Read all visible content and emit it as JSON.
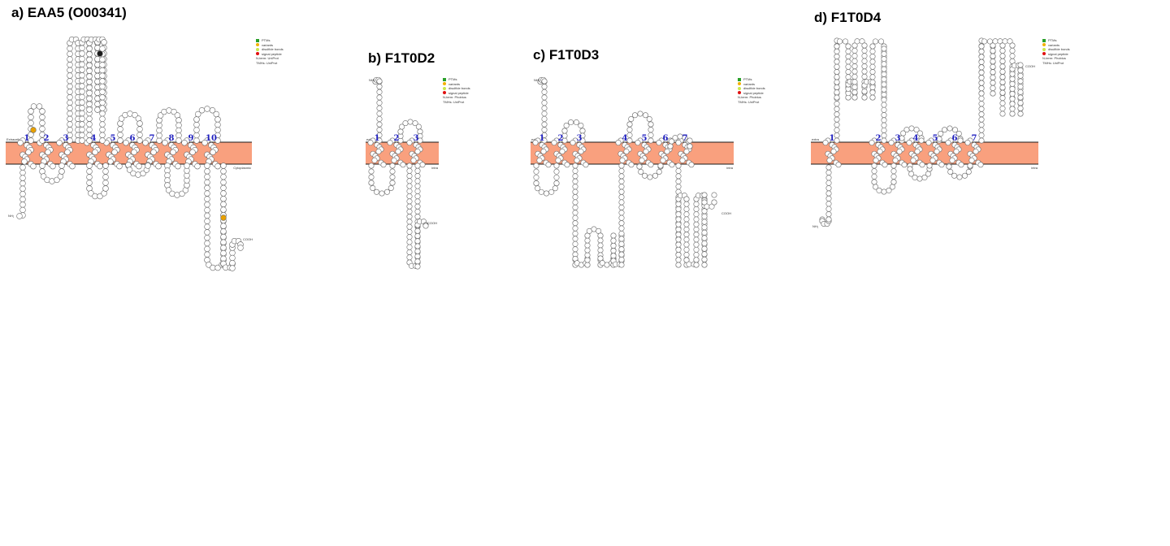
{
  "colors": {
    "membrane": "#f9a07e",
    "membrane_line": "#1a1a1a",
    "residue_fill": "#ffffff",
    "residue_stroke": "#6b6b6b",
    "helix_number": "#1f1fbf",
    "ptm": "#2aa02a",
    "variant": "#f2b100",
    "disulfide": "#c8e84b",
    "signal_peptide": "#e01010",
    "marked_residue": "#e8a000",
    "dark_residue": "#1a1a1a"
  },
  "legend": [
    {
      "label": "PTMs",
      "color": "#2aa02a",
      "shape": "square"
    },
    {
      "label": "variants",
      "color": "#f2b100",
      "shape": "dot"
    },
    {
      "label": "disulfide bonds",
      "color": "#c8e84b",
      "shape": "dot"
    },
    {
      "label": "signal peptide",
      "color": "#e01010",
      "shape": "dot"
    },
    {
      "label": "N-term: Phobius",
      "color": "",
      "shape": "none"
    },
    {
      "label": "TMHs: UniProt",
      "color": "",
      "shape": "none"
    }
  ],
  "legend_a": [
    {
      "label": "PTMs",
      "color": "#2aa02a",
      "shape": "square"
    },
    {
      "label": "variants",
      "color": "#f2b100",
      "shape": "dot"
    },
    {
      "label": "disulfide bonds",
      "color": "#c8e84b",
      "shape": "dot"
    },
    {
      "label": "signal peptide",
      "color": "#e01010",
      "shape": "dot"
    },
    {
      "label": "N-term: UniProt",
      "color": "",
      "shape": "none"
    },
    {
      "label": "TMHs: UniProt",
      "color": "",
      "shape": "none"
    }
  ],
  "panels": [
    {
      "id": "a",
      "title": "a) EAA5 (O00341)",
      "side_top": "Extracellular",
      "side_bottom": "Cytoplasmic",
      "nterm": "NH₂",
      "cterm": "COOH",
      "helices": [
        "1",
        "2",
        "3",
        "4",
        "5",
        "6",
        "7",
        "8",
        "9",
        "10"
      ]
    },
    {
      "id": "b",
      "title": "b) F1T0D2",
      "side_top": "extra",
      "side_bottom": "intra",
      "nterm": "NH₂",
      "cterm": "COOH",
      "helices": [
        "1",
        "2",
        "3"
      ]
    },
    {
      "id": "c",
      "title": "c) F1T0D3",
      "side_top": "extra",
      "side_bottom": "intra",
      "nterm": "NH₂",
      "cterm": "COOH",
      "helices": [
        "1",
        "2",
        "3",
        "4",
        "5",
        "6",
        "7"
      ]
    },
    {
      "id": "d",
      "title": "d) F1T0D4",
      "side_top": "extra",
      "side_bottom": "intra",
      "nterm": "NH₂",
      "cterm": "COOH",
      "helices": [
        "1",
        "2",
        "3",
        "4",
        "5",
        "6",
        "7"
      ]
    }
  ]
}
